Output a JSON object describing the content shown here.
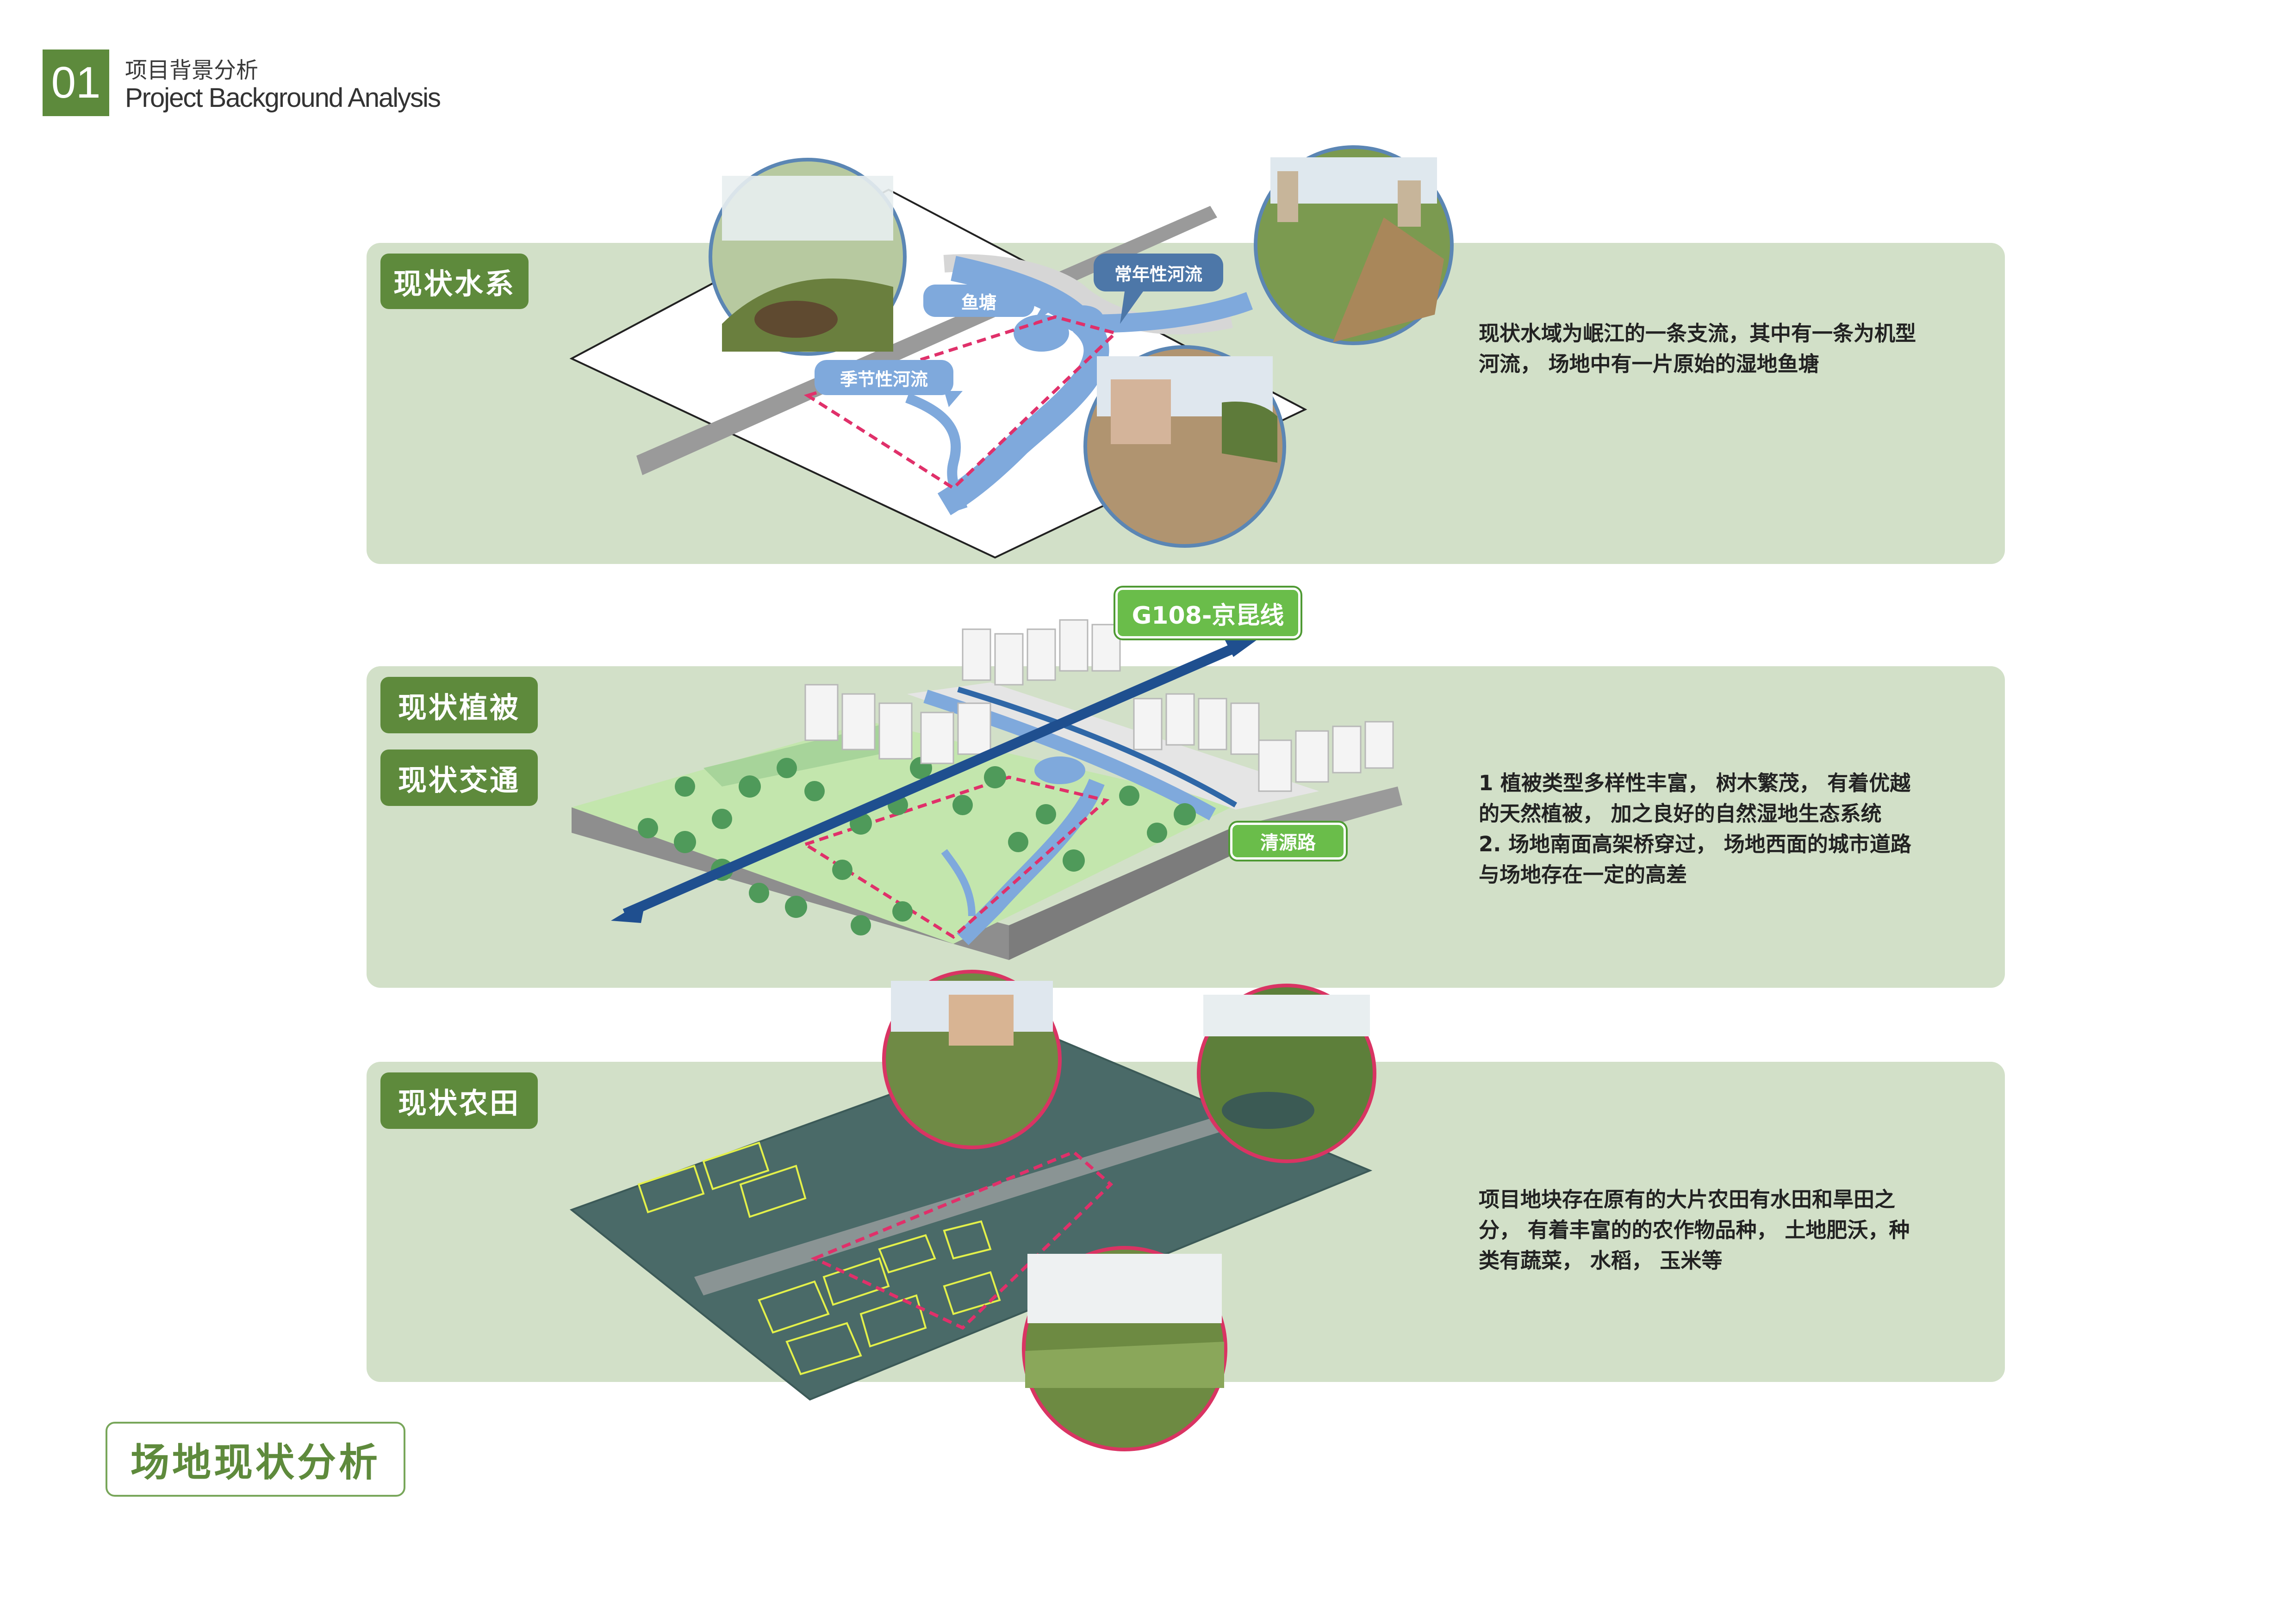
{
  "header": {
    "number": "01",
    "title_cn": "项目背景分析",
    "title_en": "Project  Background Analysis"
  },
  "sections": {
    "water": {
      "tag": "现状水系",
      "description": "现状水域为岷江的一条支流，其中有一条为机型\n河流，  场地中有一片原始的湿地鱼塘",
      "labels": {
        "fish_pond": "鱼塘",
        "perennial_river": "常年性河流",
        "seasonal_river": "季节性河流"
      }
    },
    "vegetation_traffic": {
      "tag_vegetation": "现状植被",
      "tag_traffic": "现状交通",
      "description": "1 植被类型多样性丰富，  树木繁茂，  有着优越\n的天然植被，  加之良好的自然湿地生态系统\n2. 场地南面高架桥穿过，  场地西面的城市道路\n与场地存在一定的高差",
      "labels": {
        "highway": "G108-京昆线",
        "road": "清源路"
      }
    },
    "farmland": {
      "tag": "现状农田",
      "description": "项目地块存在原有的大片农田有水田和旱田之\n分，  有着丰富的的农作物品种，  土地肥沃，种\n类有蔬菜，  水稻，  玉米等"
    }
  },
  "footer": {
    "title": "场地现状分析"
  },
  "colors": {
    "accent_green": "#5e8a3c",
    "panel_bg": "#d2e0c8",
    "water_blue": "#7fa9dc",
    "highway_blue": "#1f4f8f",
    "site_boundary": "#e0306a",
    "photo_ring_blue": "#5b86b4",
    "photo_ring_pink": "#d93463"
  }
}
